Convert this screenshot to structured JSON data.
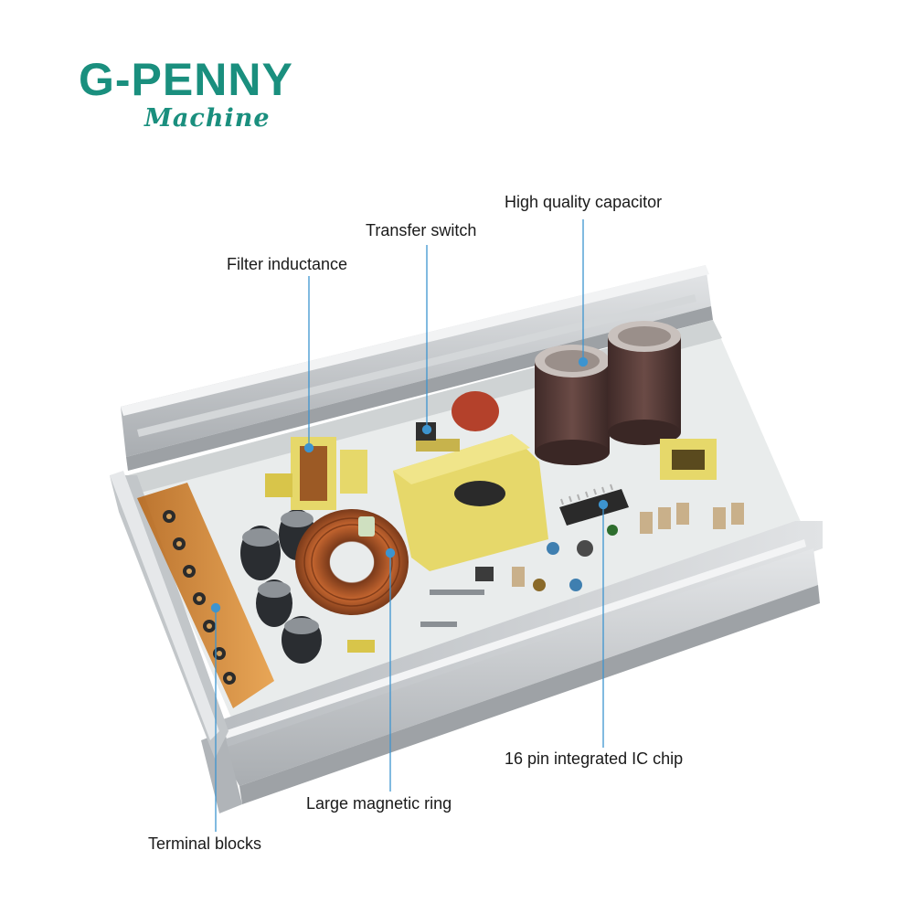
{
  "brand": {
    "name": "G-PENNY",
    "tagline": "Machine",
    "color": "#1a8f7e"
  },
  "callouts": {
    "capacitor": "High quality capacitor",
    "switch": "Transfer switch",
    "filter": "Filter inductance",
    "ic": "16 pin integrated IC chip",
    "ring": "Large magnetic ring",
    "terminal": "Terminal blocks"
  },
  "colors": {
    "leader": "#3d94cf",
    "housing": "#c9cccf",
    "board": "#e9ecec",
    "terminal": "#d98a2e",
    "capacitor": "#5a3f3b",
    "transformer": "#e6d86a",
    "copper": "#a9552a"
  }
}
